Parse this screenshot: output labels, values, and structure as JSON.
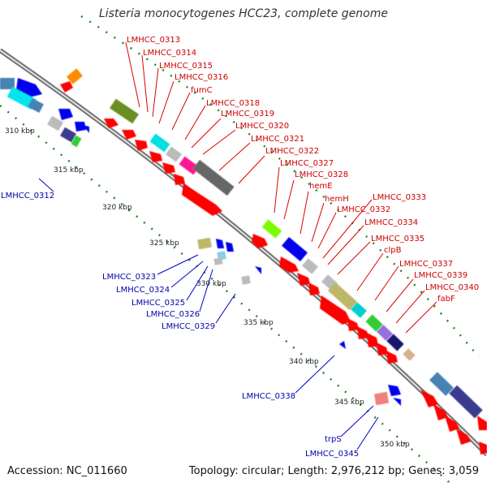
{
  "title": "Listeria monocytogenes HCC23, complete genome",
  "footer": {
    "accession": "Accession: NC_011660",
    "topology": "Topology: circular; Length: 2,976,212 bp; Genes: 3,059"
  },
  "colors": {
    "forward_label": "#cc0000",
    "reverse_label": "#0000aa",
    "backbone": "#8a8a8a",
    "tick": "#228b22"
  },
  "scale_labels": [
    "310 kbp",
    "315 kbp",
    "320 kbp",
    "325 kbp",
    "330 kbp",
    "335 kbp",
    "340 kbp",
    "345 kbp",
    "350 kbp"
  ],
  "forward_labels": [
    "LMHCC_0313",
    "LMHCC_0314",
    "LMHCC_0315",
    "LMHCC_0316",
    "fumC",
    "LMHCC_0318",
    "LMHCC_0319",
    "LMHCC_0320",
    "LMHCC_0321",
    "LMHCC_0322",
    "LMHCC_0327",
    "LMHCC_0328",
    "hemE",
    "hemH",
    "LMHCC_0332",
    "LMHCC_0333",
    "LMHCC_0334",
    "LMHCC_0335",
    "clpB",
    "LMHCC_0337",
    "LMHCC_0339",
    "LMHCC_0340",
    "fabF"
  ],
  "reverse_labels": [
    "LMHCC_0312",
    "LMHCC_0323",
    "LMHCC_0324",
    "LMHCC_0325",
    "LMHCC_0326",
    "LMHCC_0329",
    "LMHCC_0338",
    "trpS",
    "LMHCC_0345"
  ]
}
